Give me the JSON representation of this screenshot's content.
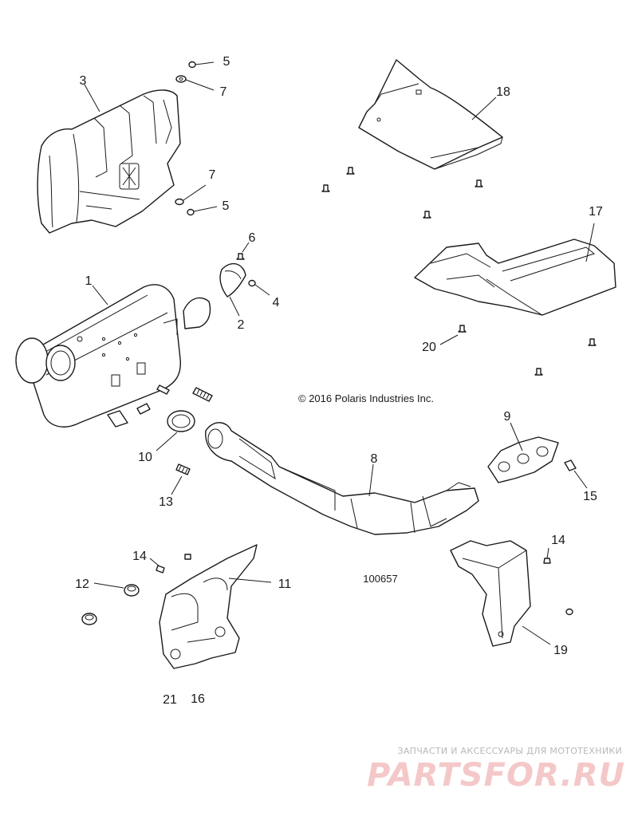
{
  "copyright": "© 2016 Polaris Industries Inc.",
  "drawing_number": "100657",
  "watermark": {
    "tagline": "ЗАПЧАСТИ И АКСЕССУАРЫ ДЛЯ МОТОТЕХНИКИ",
    "logo": "PARTSFOR.RU"
  },
  "callouts": {
    "c1": "1",
    "c2": "2",
    "c3": "3",
    "c4": "4",
    "c5a": "5",
    "c5b": "5",
    "c6": "6",
    "c7a": "7",
    "c7b": "7",
    "c8": "8",
    "c9": "9",
    "c10": "10",
    "c11": "11",
    "c12": "12",
    "c13": "13",
    "c14a": "14",
    "c14b": "14",
    "c15": "15",
    "c16": "16",
    "c17": "17",
    "c18": "18",
    "c19": "19",
    "c20": "20",
    "c21": "21"
  }
}
